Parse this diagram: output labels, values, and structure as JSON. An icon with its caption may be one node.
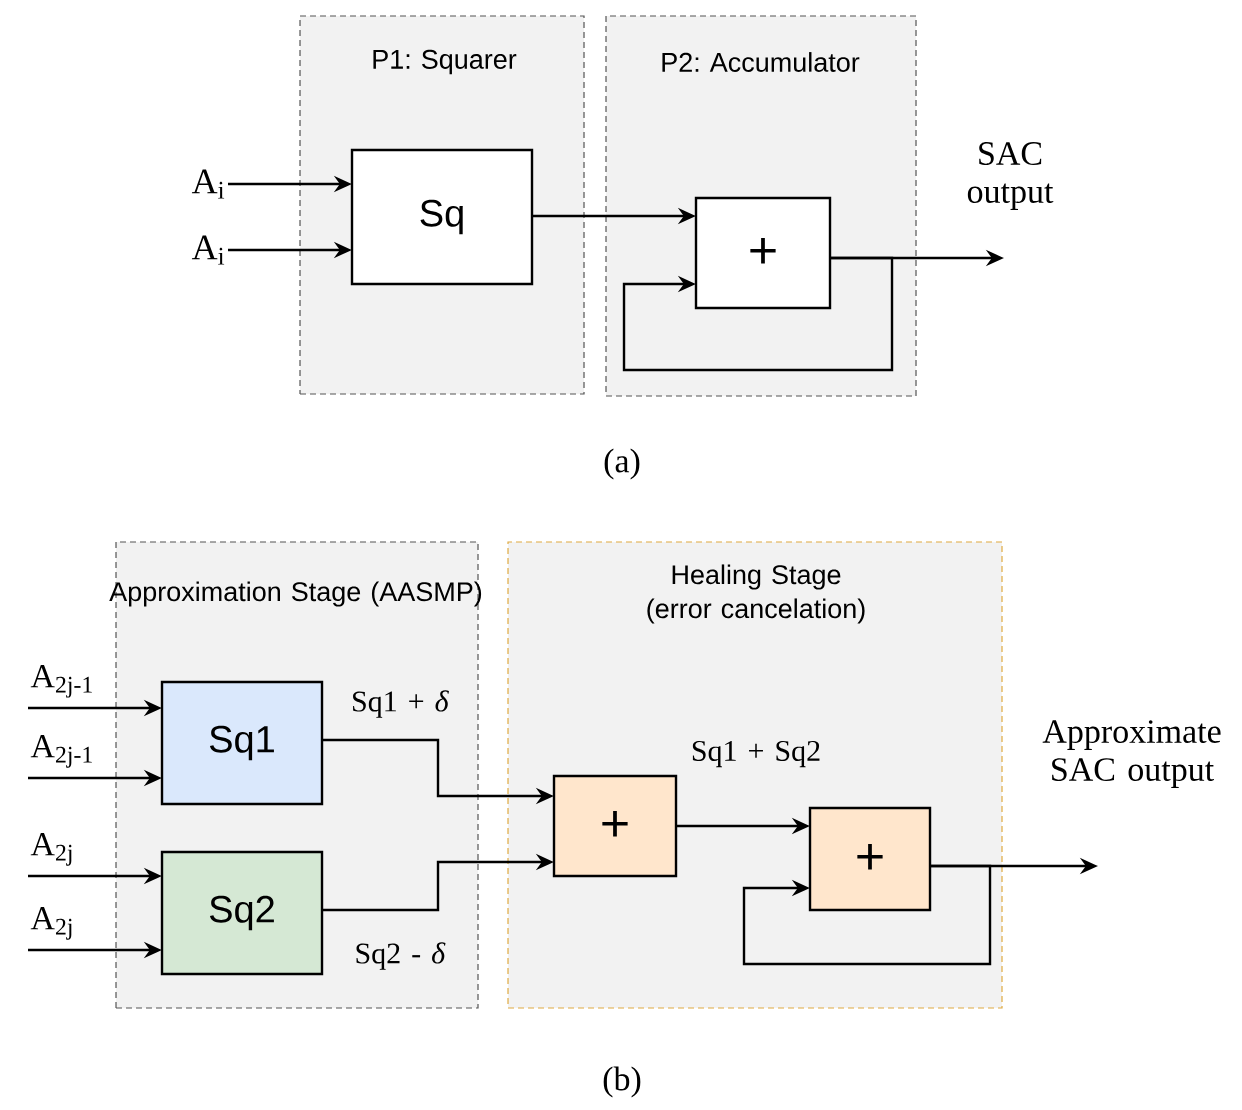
{
  "diagram": {
    "nodes": [
      {
        "text": [
          "P1: Squarer"
        ]
      },
      {
        "text": [
          "Sq"
        ],
        "in": 0
      },
      {
        "text": [
          "P2: Accumulator"
        ]
      },
      {
        "text": [
          "+"
        ],
        "in": 2
      },
      {
        "text": [
          "A$_{i}$"
        ]
      },
      {
        "text": [
          "A$_{i}$"
        ]
      },
      {
        "text": [
          "Approximation Stage (AASMP)"
        ]
      },
      {
        "text": [
          "Sq1"
        ],
        "in": 6
      },
      {
        "text": [
          "Sq2"
        ],
        "in": 6
      },
      {
        "text": [
          "Healing Stage (error cancelation)"
        ]
      },
      {
        "text": [
          "+"
        ],
        "in": 9
      },
      {
        "text": [
          "+"
        ],
        "in": 9
      },
      {
        "text": [
          "A$_{2j-1}$"
        ]
      },
      {
        "text": [
          "A$_{2j-1}$"
        ]
      },
      {
        "text": [
          "A$_{2j}$"
        ]
      },
      {
        "text": [
          "A$_{2j}$"
        ]
      }
    ],
    "edges": [
      {
        "from": 4,
        "to": 1,
        "arrow": "to"
      },
      {
        "from": 5,
        "to": 1,
        "arrow": "to"
      },
      {
        "from": 1,
        "to": 3,
        "arrow": "to"
      },
      {
        "from": 3,
        "to": 3,
        "arrow": "to"
      },
      {
        "from": 3,
        "to": null,
        "arrow": "to",
        "label": "SAC output"
      },
      {
        "from": 12,
        "to": 7,
        "arrow": "to"
      },
      {
        "from": 13,
        "to": 7,
        "arrow": "to"
      },
      {
        "from": 14,
        "to": 8,
        "arrow": "to"
      },
      {
        "from": 15,
        "to": 8,
        "arrow": "to"
      },
      {
        "from": 7,
        "to": 10,
        "arrow": "to",
        "label": "Sq1 + *δ*"
      },
      {
        "from": 8,
        "to": 10,
        "arrow": "to",
        "label": "Sq2 - *δ*"
      },
      {
        "from": 10,
        "to": 11,
        "arrow": "to",
        "label": "Sq1 + Sq2"
      },
      {
        "from": 11,
        "to": 11,
        "arrow": "to"
      },
      {
        "from": 11,
        "to": null,
        "arrow": "to",
        "label": "Approximate SAC output"
      }
    ],
    "labels": [
      "(a)",
      "(b)"
    ]
  }
}
